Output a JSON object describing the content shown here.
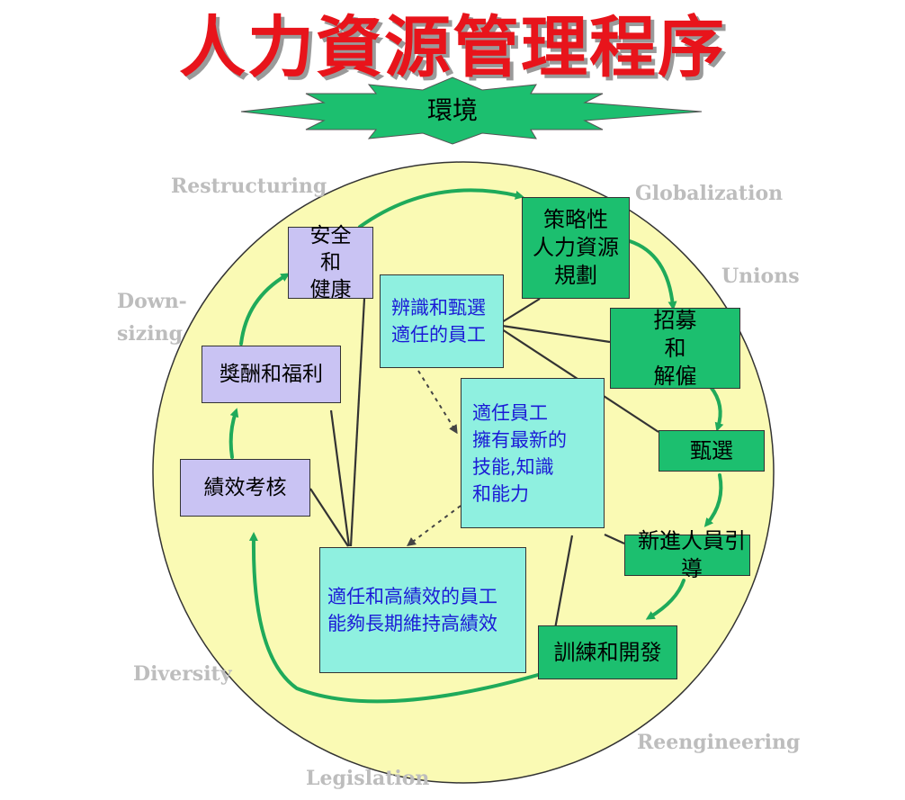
{
  "title": "人力資源管理程序",
  "environment_label": "環境",
  "environment_forces": {
    "restructuring": "Restructuring",
    "globalization": "Globalization",
    "unions": "Unions",
    "downsizing_line1": "Down-",
    "downsizing_line2": "sizing",
    "diversity": "Diversity",
    "reengineering": "Reengineering",
    "legislation": "Legislation"
  },
  "process_steps": {
    "strategic_planning": "策略性\n人力資源\n規劃",
    "recruitment": "招募\n和\n解僱",
    "selection": "甄選",
    "orientation": "新進人員引導",
    "training": "訓練和開發",
    "appraisal": "績效考核",
    "compensation": "獎酬和福利",
    "safety": "安全\n和\n健康"
  },
  "outcomes": {
    "identify": "辨識和甄選\n適任的員工",
    "competent": "適任員工\n擁有最新的\n技能,知識\n和能力",
    "sustain": "適任和高績效的員工\n能夠長期維持高績效"
  },
  "colors": {
    "title": "#e8141b",
    "circle": "#fafab4",
    "star": "#1cbf6f",
    "process_box": "#1cbf6f",
    "hr_box": "#c9c3f3",
    "outcome_box": "#8ff0e0",
    "arrow": "#1faa5a",
    "force_text": "#bdbdbd"
  }
}
